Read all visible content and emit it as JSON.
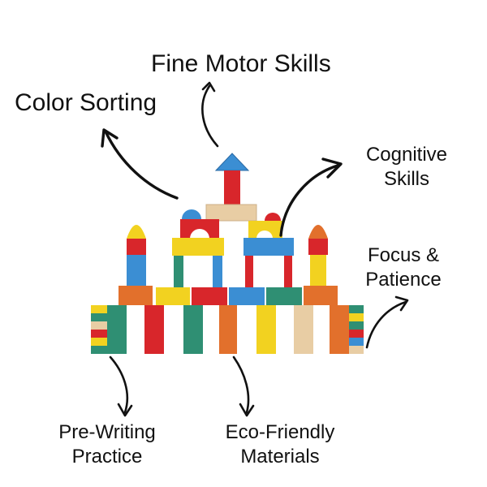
{
  "labels": {
    "fine_motor": "Fine Motor Skills",
    "color_sorting": "Color Sorting",
    "cognitive_line1": "Cognitive",
    "cognitive_line2": "Skills",
    "focus_line1": "Focus &",
    "focus_line2": "Patience",
    "prewriting_line1": "Pre-Writing",
    "prewriting_line2": "Practice",
    "eco_line1": "Eco-Friendly",
    "eco_line2": "Materials"
  },
  "colors": {
    "red": "#d8262b",
    "blue": "#3b8ed3",
    "yellow": "#f2d220",
    "green": "#2f8f73",
    "orange": "#e2702c",
    "wood": "#e8cda4",
    "arrow": "#111111"
  }
}
